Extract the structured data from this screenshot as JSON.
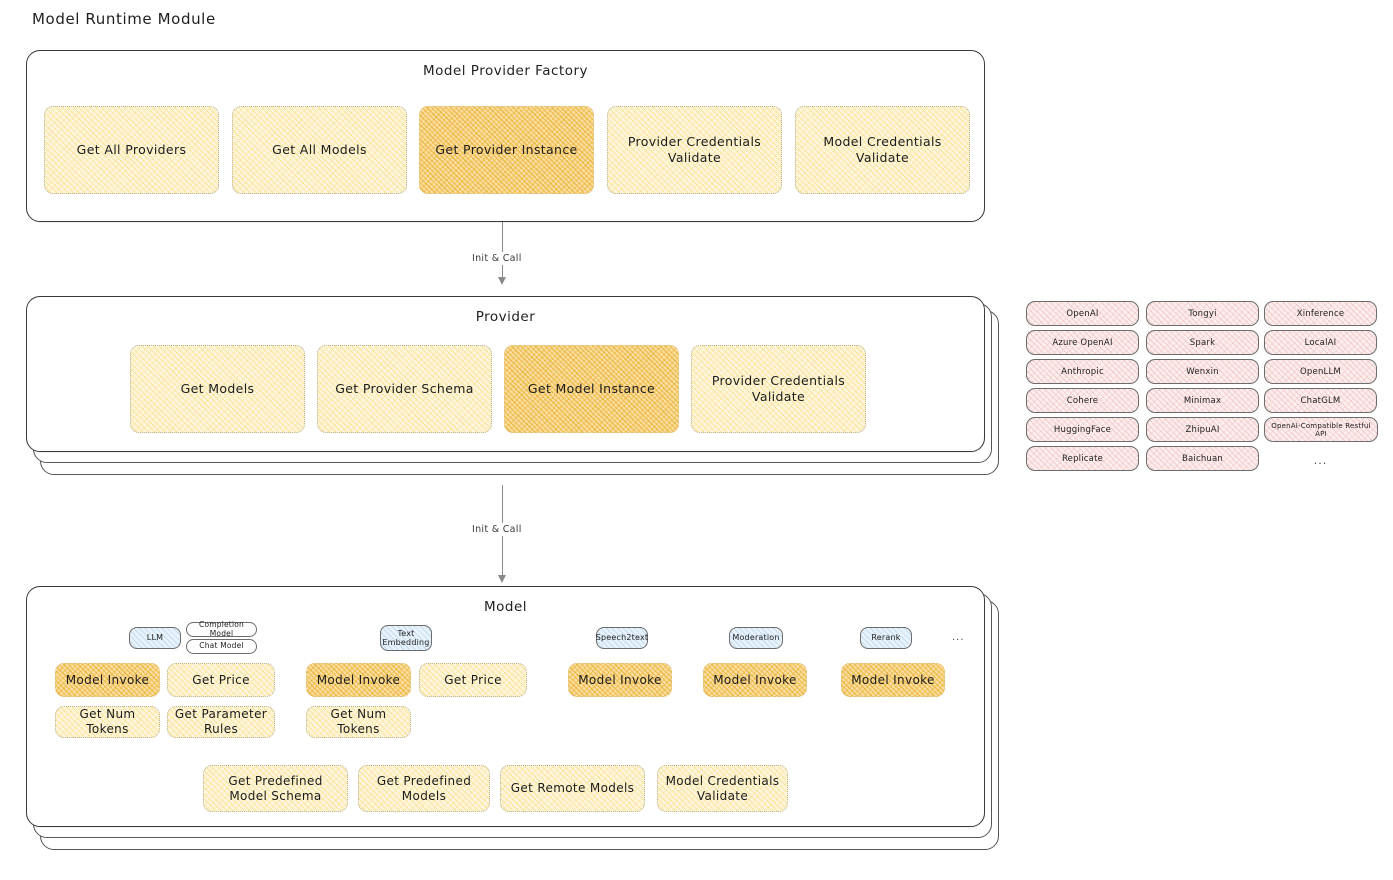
{
  "page": {
    "title": "Model Runtime Module"
  },
  "factory": {
    "title": "Model Provider Factory",
    "ops": [
      {
        "label": "Get All Providers",
        "highlight": false
      },
      {
        "label": "Get All Models",
        "highlight": false
      },
      {
        "label": "Get Provider Instance",
        "highlight": true
      },
      {
        "label": "Provider Credentials Validate",
        "highlight": false
      },
      {
        "label": "Model Credentials Validate",
        "highlight": false
      }
    ]
  },
  "connector_1": {
    "label": "Init & Call"
  },
  "provider": {
    "title": "Provider",
    "ops": [
      {
        "label": "Get Models",
        "highlight": false
      },
      {
        "label": "Get Provider Schema",
        "highlight": false
      },
      {
        "label": "Get Model Instance",
        "highlight": true
      },
      {
        "label": "Provider Credentials Validate",
        "highlight": false
      }
    ]
  },
  "connector_2": {
    "label": "Init & Call"
  },
  "provider_list": {
    "columns": [
      [
        "OpenAI",
        "Azure OpenAI",
        "Anthropic",
        "Cohere",
        "HuggingFace",
        "Replicate"
      ],
      [
        "Tongyi",
        "Spark",
        "Wenxin",
        "Minimax",
        "ZhipuAI",
        "Baichuan"
      ],
      [
        "Xinference",
        "LocalAI",
        "OpenLLM",
        "ChatGLM",
        "OpenAI-Compatible Restful API"
      ]
    ],
    "ellipsis": "..."
  },
  "model": {
    "title": "Model",
    "ellipsis": "...",
    "types": [
      {
        "badge": "LLM",
        "sub_badges": [
          "Completion Model",
          "Chat Model"
        ],
        "ops_row1": [
          {
            "label": "Model Invoke",
            "highlight": true
          },
          {
            "label": "Get Price",
            "highlight": false
          }
        ],
        "ops_row2": [
          {
            "label": "Get Num Tokens",
            "highlight": false
          },
          {
            "label": "Get Parameter Rules",
            "highlight": false
          }
        ]
      },
      {
        "badge": "Text Embedding",
        "sub_badges": [],
        "ops_row1": [
          {
            "label": "Model Invoke",
            "highlight": true
          },
          {
            "label": "Get Price",
            "highlight": false
          }
        ],
        "ops_row2": [
          {
            "label": "Get Num Tokens",
            "highlight": false
          }
        ]
      },
      {
        "badge": "Speech2text",
        "sub_badges": [],
        "ops_row1": [
          {
            "label": "Model Invoke",
            "highlight": true
          }
        ],
        "ops_row2": []
      },
      {
        "badge": "Moderation",
        "sub_badges": [],
        "ops_row1": [
          {
            "label": "Model Invoke",
            "highlight": true
          }
        ],
        "ops_row2": []
      },
      {
        "badge": "Rerank",
        "sub_badges": [],
        "ops_row1": [
          {
            "label": "Model Invoke",
            "highlight": true
          }
        ],
        "ops_row2": []
      }
    ],
    "shared_ops": [
      {
        "label": "Get Predefined Model Schema",
        "highlight": false
      },
      {
        "label": "Get Predefined Models",
        "highlight": false
      },
      {
        "label": "Get Remote Models",
        "highlight": false
      },
      {
        "label": "Model Credentials Validate",
        "highlight": false
      }
    ]
  },
  "colors": {
    "op_fill": "#fdf6dd",
    "op_fill_highlight": "#fbe0a2",
    "chip_fill": "#fdeeee",
    "badge_fill": "#e8f2fb",
    "panel_border": "#3a3a3a",
    "text": "#1c1c1c"
  }
}
